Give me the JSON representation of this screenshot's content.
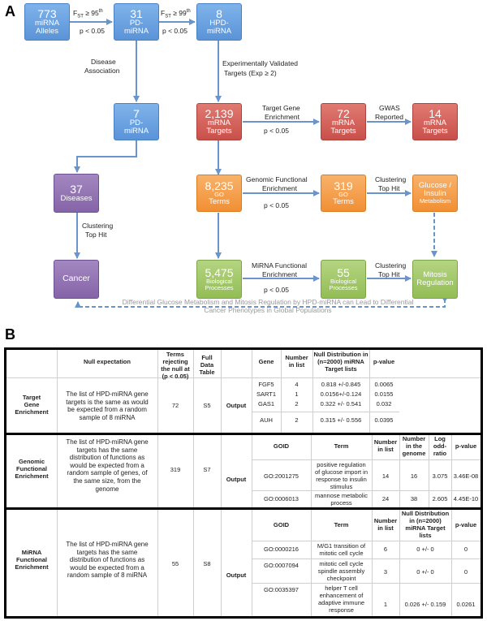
{
  "panel_a": "A",
  "panel_b": "B",
  "boxes": {
    "mirna_alleles": {
      "num": "773",
      "label1": "miRNA",
      "label2": "Alleles"
    },
    "pd_mirna_31": {
      "num": "31",
      "label1": "PD-",
      "label2": "miRNA"
    },
    "hpd_mirna_8": {
      "num": "8",
      "label1": "HPD-",
      "label2": "miRNA"
    },
    "pd_mirna_7": {
      "num": "7",
      "label1": "PD-",
      "label2": "miRNA"
    },
    "diseases": {
      "num": "37",
      "label1": "Diseases"
    },
    "cancer": {
      "label1": "Cancer"
    },
    "mrna_2139": {
      "num": "2,139",
      "label1": "mRNA",
      "label2": "Targets"
    },
    "mrna_72": {
      "num": "72",
      "label1": "mRNA",
      "label2": "Targets"
    },
    "mrna_14": {
      "num": "14",
      "label1": "mRNA",
      "label2": "Targets"
    },
    "go_8235": {
      "num": "8,235",
      "label1": "GO",
      "label2": "Terms"
    },
    "go_319": {
      "num": "319",
      "label1": "GO",
      "label2": "Terms"
    },
    "glucose": {
      "label1": "Glucose /",
      "label2": "Insulin",
      "label3": "Metabolism"
    },
    "bio_5475": {
      "num": "5,475",
      "label1": "Biological",
      "label2": "Processes"
    },
    "bio_55": {
      "num": "55",
      "label1": "Biological",
      "label2": "Processes"
    },
    "mitosis": {
      "label1": "Mitosis",
      "label2": "Regulation"
    }
  },
  "edges": {
    "fst95_prefix": "F",
    "fst95_sub": "ST",
    "fst95_mid": " ≥ 95",
    "fst95_sup": "th",
    "fst99_prefix": "F",
    "fst99_sub": "ST",
    "fst99_mid": " ≥ 99",
    "fst99_sup": "th",
    "p1": "p < 0.05",
    "p2": "p < 0.05",
    "disease_assoc_1": "Disease",
    "disease_assoc_2": "Association",
    "exp_valid_1": "Experimentally Validated",
    "exp_valid_2": "Targets (Exp ≥ 2)",
    "tge_1": "Target Gene",
    "tge_2": "Enrichment",
    "p3": "p < 0.05",
    "gwas": "GWAS",
    "gwas_2": "Reported",
    "gfe_1": "Genomic Functional",
    "gfe_2": "Enrichment",
    "p4": "p < 0.05",
    "clust1_1": "Clustering",
    "clust1_2": "Top Hit",
    "clust2_1": "Clustering",
    "clust2_2": "Top Hit",
    "mfe_1": "MiRNA Functional",
    "mfe_2": "Enrichment",
    "p5": "p < 0.05",
    "clust3_1": "Clustering",
    "clust3_2": "Top Hit"
  },
  "footer_1": "Differential Glucose Metabolism and Mitosis Regulation by HPD-miRNA can Lead to Differential",
  "footer_2": "Cancer Phenotypes in Global Populations",
  "table": {
    "header": {
      "null_expectation": "Null expectation",
      "terms_rejecting_1": "Terms",
      "terms_rejecting_2": "rejecting",
      "terms_rejecting_3": "the null at",
      "terms_rejecting_4": "(p < 0.05)",
      "full_data_1": "Full",
      "full_data_2": "Data",
      "full_data_3": "Table"
    },
    "tge": {
      "name_1": "Target",
      "name_2": "Gene",
      "name_3": "Enrichment",
      "null_1": "The list of HPD-miRNA gene",
      "null_2": "targets is the same as would",
      "null_3": "be expected from a random",
      "null_4": "sample of 8 miRNA",
      "terms": "72",
      "table": "S5",
      "output": "Output",
      "col_gene": "Gene",
      "col_number_1": "Number",
      "col_number_2": "in list",
      "col_null_1": "Null Distribution in",
      "col_null_2": "(n=2000) miRNA",
      "col_null_3": "Target lists",
      "col_pvalue": "p-value",
      "rows": [
        {
          "gene": "FGF5",
          "number": "4",
          "null": "0.818 +/-0.845",
          "p": "0.0065"
        },
        {
          "gene": "SART1",
          "number": "1",
          "null": "0.0156+/-0.124",
          "p": "0.0155"
        },
        {
          "gene": "GAS1",
          "number": "2",
          "null": "0.322 +/- 0.541",
          "p": "0.032"
        },
        {
          "gene": "AUH",
          "number": "2",
          "null": "0.315 +/- 0.556",
          "p": "0.0395"
        }
      ]
    },
    "gfe": {
      "name_1": "Genomic",
      "name_2": "Functional",
      "name_3": "Enrichment",
      "null_1": "The list of HPD-miRNA gene",
      "null_2": "targets has the same",
      "null_3": "distribution of functions as",
      "null_4": "would be expected from a",
      "null_5": "random sample of genes, of",
      "null_6": "the same size, from the",
      "null_7": "genome",
      "terms": "319",
      "table": "S7",
      "output": "Output",
      "col_goid": "GOID",
      "col_term": "Term",
      "col_number_1": "Number",
      "col_number_2": "in list",
      "col_genome_1": "Number",
      "col_genome_2": "in the",
      "col_genome_3": "genome",
      "col_log_1": "Log",
      "col_log_2": "odd-",
      "col_log_3": "ratio",
      "col_pvalue": "p-value",
      "rows": [
        {
          "goid": "GO:2001275",
          "term_1": "positive regulation",
          "term_2": "of glucose import in",
          "term_3": "response to insulin",
          "term_4": "stimulus",
          "number": "14",
          "genome": "16",
          "log": "3.075",
          "p": "3.46E-08"
        },
        {
          "goid": "GO:0006013",
          "term_1": "mannose metabolic",
          "term_2": "process",
          "number": "24",
          "genome": "38",
          "log": "2.605",
          "p": "4.45E-10"
        }
      ]
    },
    "mfe": {
      "name_1": "MiRNA",
      "name_2": "Functional",
      "name_3": "Enrichment",
      "null_1": "The list of HPD-miRNA gene",
      "null_2": "targets has the same",
      "null_3": "distribution of functions as",
      "null_4": "would be expected from a",
      "null_5": "random sample of 8 miRNA",
      "terms": "55",
      "table": "S8",
      "output": "Output",
      "col_goid": "GOID",
      "col_term": "Term",
      "col_number_1": "Number",
      "col_number_2": "in list",
      "col_null_1": "Null Distribution",
      "col_null_2": "in (n=2000)",
      "col_null_3": "miRNA Target",
      "col_null_4": "lists",
      "col_pvalue": "p-value",
      "rows": [
        {
          "goid": "GO:0000216",
          "term_1": "M/G1 transition of",
          "term_2": "mitotic cell cycle",
          "number": "6",
          "null": "0 +/- 0",
          "p": "0"
        },
        {
          "goid": "GO:0007094",
          "term_1": "mitotic cell cycle",
          "term_2": "spindle assembly",
          "term_3": "checkpoint",
          "number": "3",
          "null": "0 +/- 0",
          "p": "0"
        },
        {
          "goid": "GO:0035397",
          "term_1": "helper T cell",
          "term_2": "enhancement of",
          "term_3": "adaptive immune",
          "term_4": "response",
          "number": "1",
          "null": "0.026 +/- 0.159",
          "p": "0.0261"
        }
      ]
    }
  },
  "colors": {
    "blue": "#6ba3e2",
    "red": "#d0605a",
    "orange": "#f5a04c",
    "green": "#a2c867",
    "purple": "#8f70b0",
    "arrow": "#6a95cc"
  }
}
